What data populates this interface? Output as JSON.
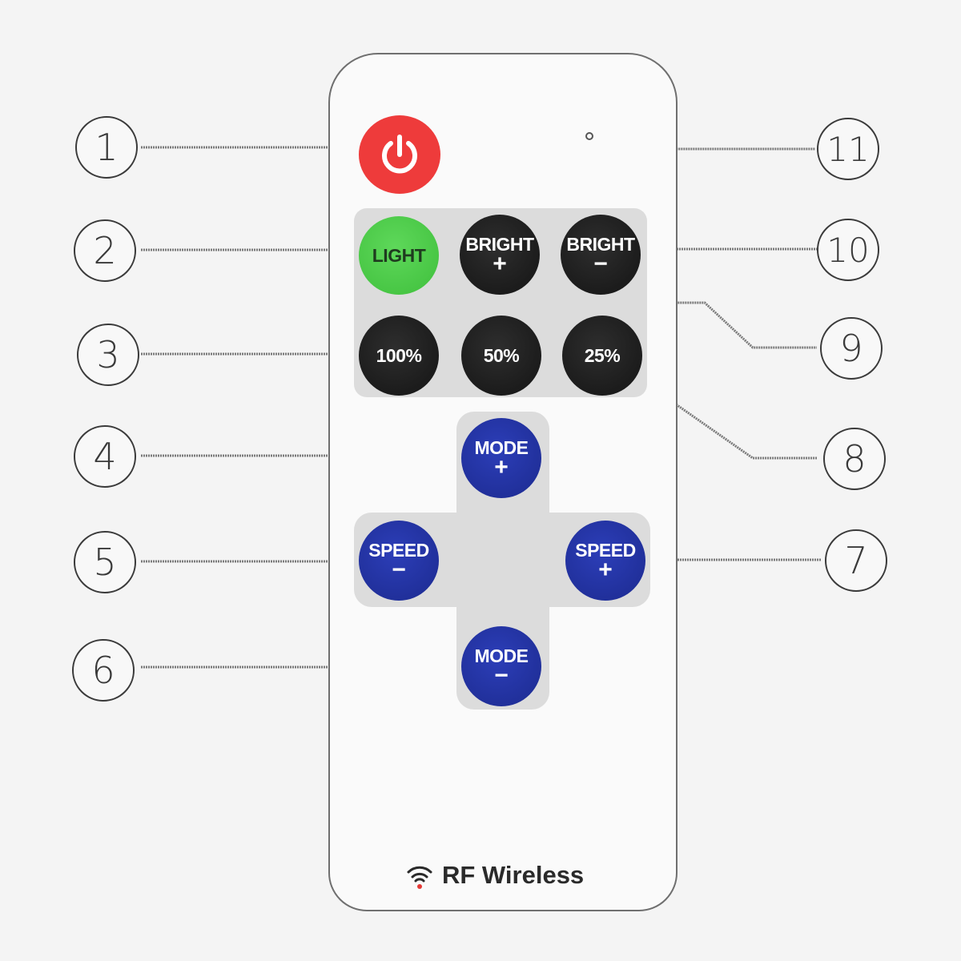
{
  "callouts": {
    "c1": "1",
    "c2": "2",
    "c3": "3",
    "c4": "4",
    "c5": "5",
    "c6": "6",
    "c7": "7",
    "c8": "8",
    "c9": "9",
    "c10": "10",
    "c11": "11"
  },
  "buttons": {
    "light": "LIGHT",
    "bright_plus": "BRIGHT",
    "bright_minus": "BRIGHT",
    "p100": "100%",
    "p50": "50%",
    "p25": "25%",
    "mode_plus": "MODE",
    "mode_minus": "MODE",
    "speed_minus": "SPEED",
    "speed_plus": "SPEED",
    "plus_sign": "+",
    "minus_sign": "−"
  },
  "brand": {
    "text": "RF Wireless"
  },
  "colors": {
    "power": "#ee3b3b",
    "light": "#4ccc48",
    "dark_button": "#1d1d1d",
    "blue_button": "#22339f"
  },
  "icons": {
    "power": "power-icon",
    "wireless": "wifi-icon"
  }
}
